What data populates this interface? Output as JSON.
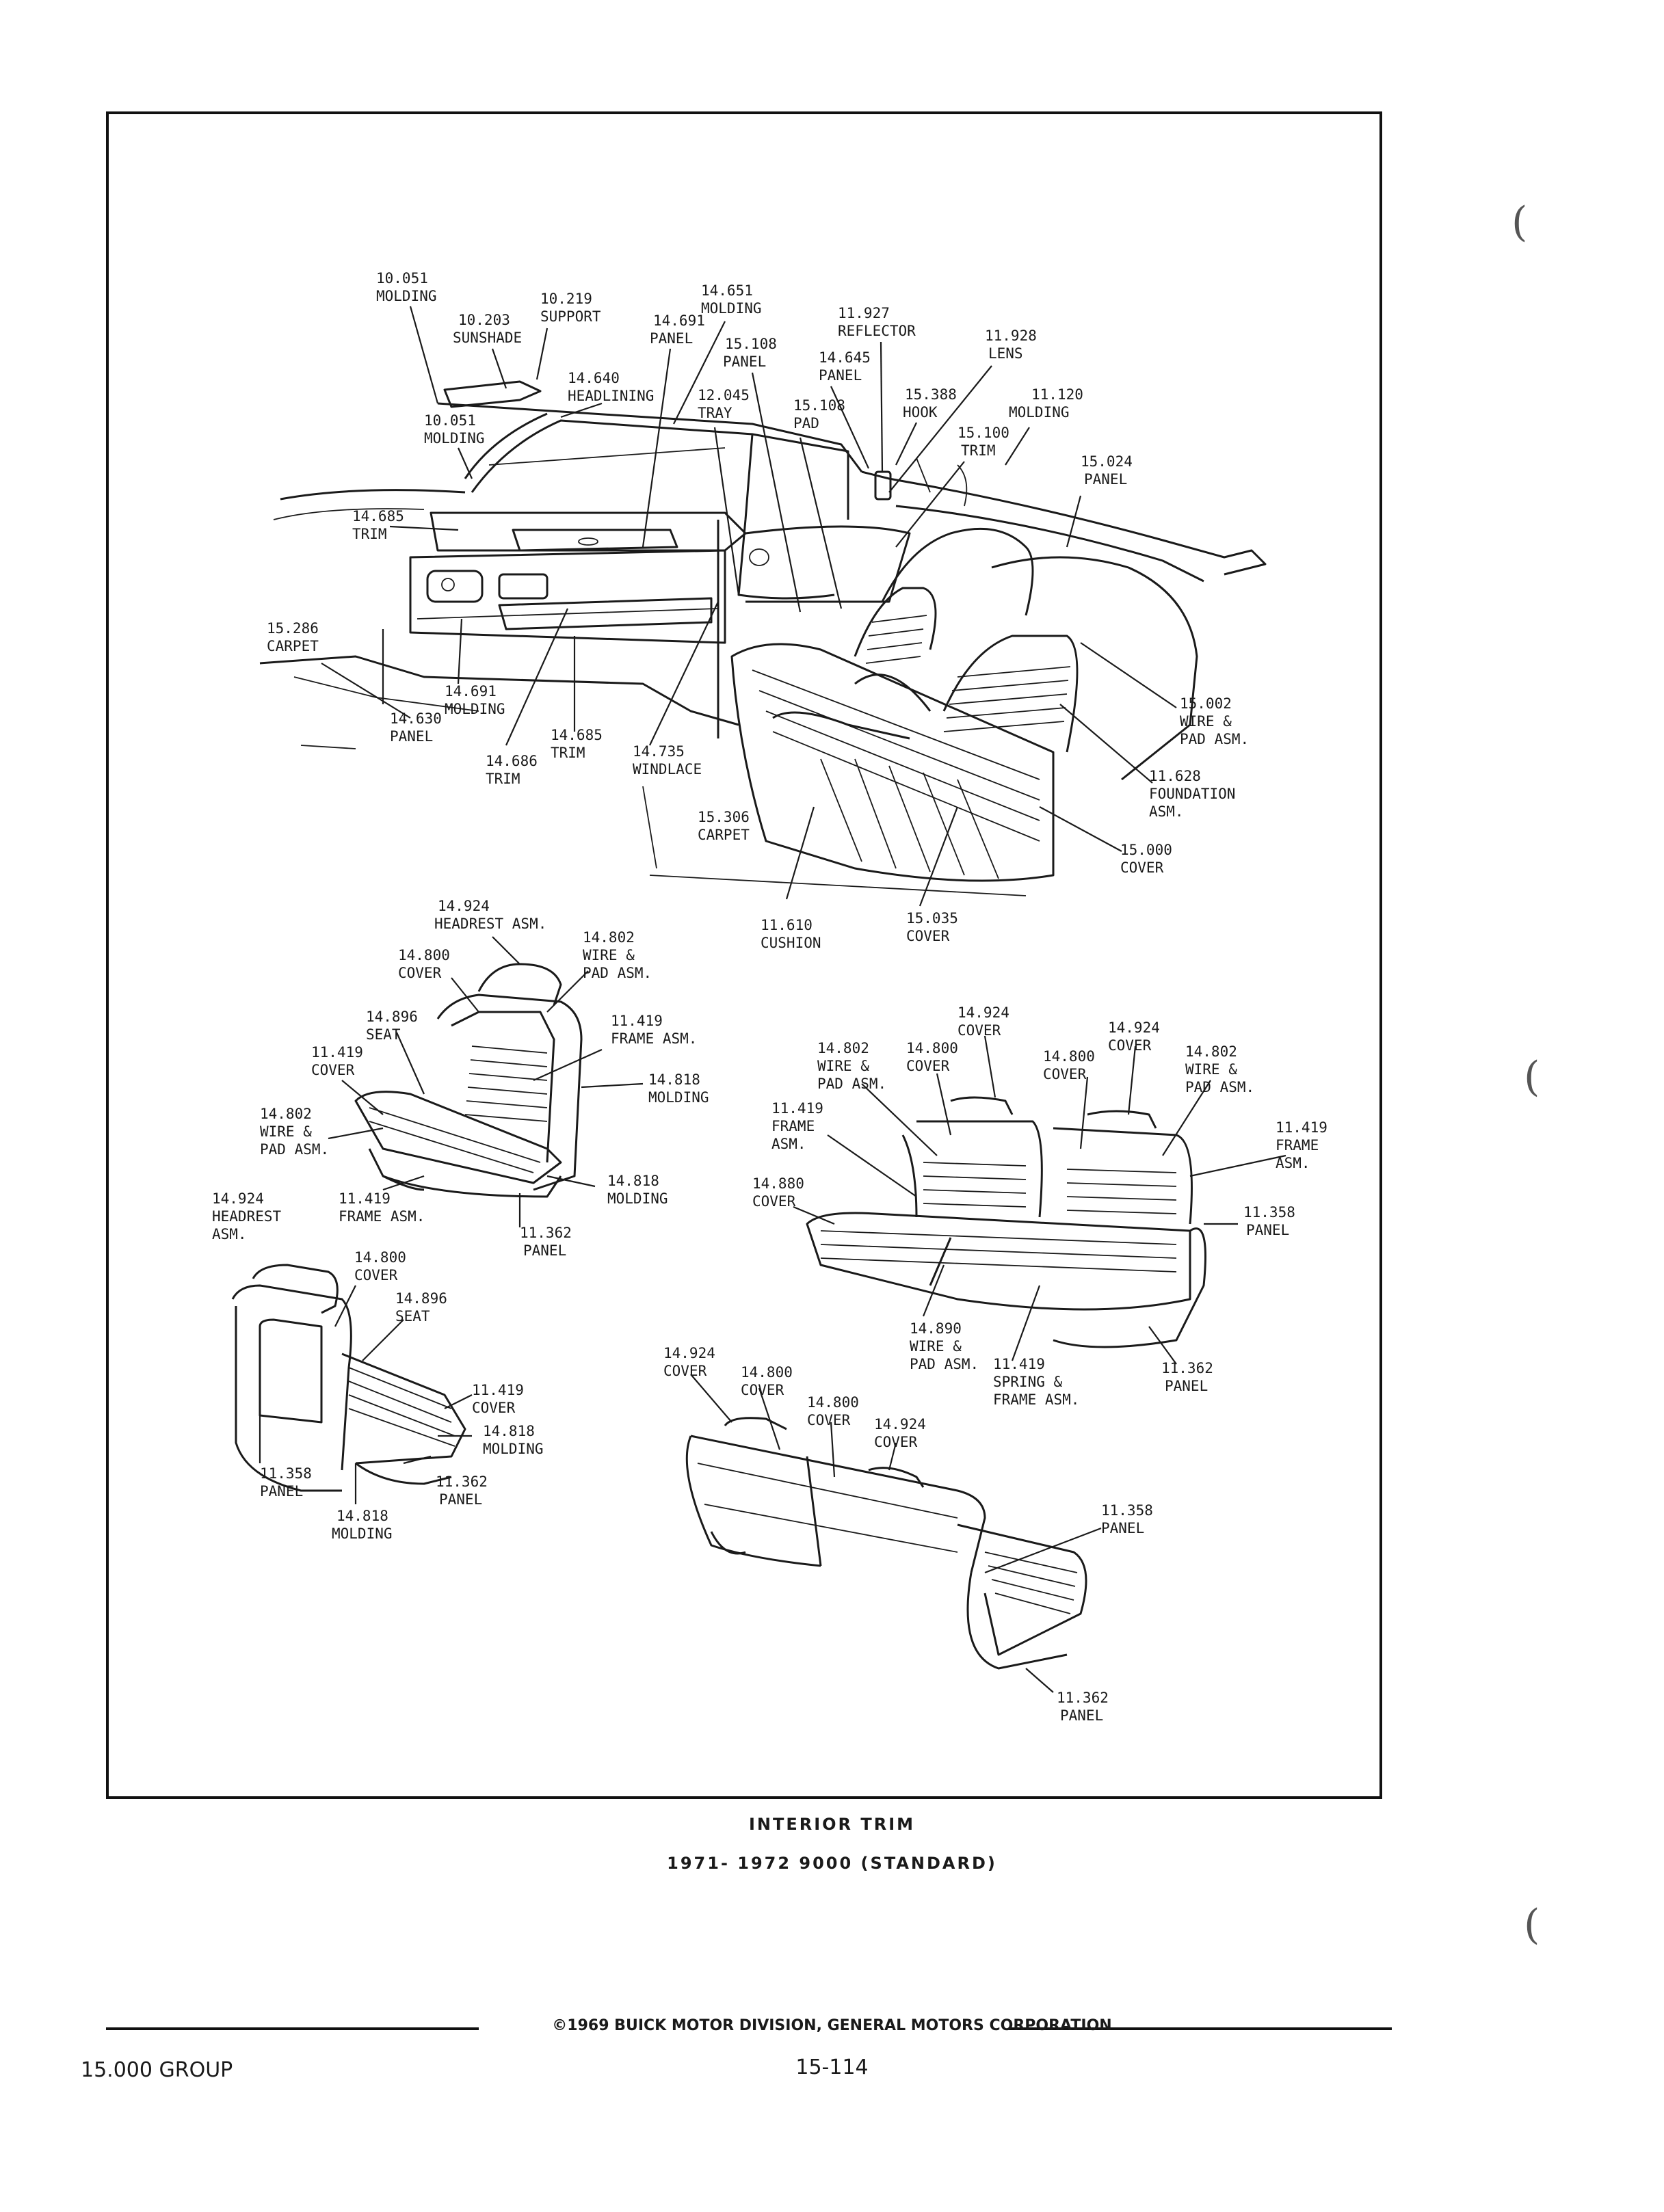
{
  "labels": {
    "l01": [
      "10.051",
      "MOLDING"
    ],
    "l02": [
      "10.219",
      "SUPPORT"
    ],
    "l03": [
      "10.203",
      "SUNSHADE"
    ],
    "l04": [
      "14.651",
      "MOLDING"
    ],
    "l05": [
      "14.691",
      "PANEL"
    ],
    "l06": [
      "15.108",
      "PANEL"
    ],
    "l07": [
      "11.927",
      "REFLECTOR"
    ],
    "l08": [
      "11.928",
      "LENS"
    ],
    "l09": [
      "14.640",
      "HEADLINING"
    ],
    "l10": [
      "14.645",
      "PANEL"
    ],
    "l11": [
      "15.388",
      "HOOK"
    ],
    "l12": [
      "11.120",
      "MOLDING"
    ],
    "l13": [
      "10.051",
      "MOLDING"
    ],
    "l14": [
      "12.045",
      "TRAY"
    ],
    "l15": [
      "15.108",
      "PAD"
    ],
    "l16": [
      "15.100",
      "TRIM"
    ],
    "l17": [
      "15.024",
      "PANEL"
    ],
    "l18": [
      "14.685",
      "TRIM"
    ],
    "l19": [
      "15.286",
      "CARPET"
    ],
    "l20": [
      "14.691",
      "MOLDING"
    ],
    "l21": [
      "14.630",
      "PANEL"
    ],
    "l22": [
      "14.685",
      "TRIM"
    ],
    "l23": [
      "14.686",
      "TRIM"
    ],
    "l24": [
      "14.735",
      "WINDLACE"
    ],
    "l25": [
      "15.306",
      "CARPET"
    ],
    "l26": [
      "15.002",
      "WIRE &",
      "PAD ASM."
    ],
    "l27": [
      "11.628",
      "FOUNDATION",
      "ASM."
    ],
    "l28": [
      "15.000",
      "COVER"
    ],
    "l29": [
      "11.610",
      "CUSHION"
    ],
    "l30": [
      "15.035",
      "COVER"
    ],
    "l31": [
      "14.924",
      "HEADREST ASM."
    ],
    "l32": [
      "14.802",
      "WIRE &",
      "PAD ASM."
    ],
    "l33": [
      "14.800",
      "COVER"
    ],
    "l34": [
      "14.896",
      "SEAT"
    ],
    "l35": [
      "11.419",
      "FRAME ASM."
    ],
    "l36": [
      "11.419",
      "COVER"
    ],
    "l37": [
      "14.818",
      "MOLDING"
    ],
    "l38": [
      "14.802",
      "WIRE &",
      "PAD ASM."
    ],
    "l39": [
      "14.818",
      "MOLDING"
    ],
    "l40": [
      "14.924",
      "HEADREST",
      "ASM."
    ],
    "l41": [
      "11.419",
      "FRAME ASM."
    ],
    "l42": [
      "11.362",
      "PANEL"
    ],
    "l43": [
      "14.800",
      "COVER"
    ],
    "l44": [
      "14.896",
      "SEAT"
    ],
    "l45": [
      "11.419",
      "COVER"
    ],
    "l46": [
      "14.818",
      "MOLDING"
    ],
    "l47": [
      "11.358",
      "PANEL"
    ],
    "l48": [
      "11.362",
      "PANEL"
    ],
    "l49": [
      "14.818",
      "MOLDING"
    ],
    "l50": [
      "14.924",
      "COVER"
    ],
    "l51": [
      "14.924",
      "COVER"
    ],
    "l52": [
      "14.802",
      "WIRE &",
      "PAD ASM."
    ],
    "l53": [
      "14.800",
      "COVER"
    ],
    "l54": [
      "14.800",
      "COVER"
    ],
    "l55": [
      "14.802",
      "WIRE &",
      "PAD ASM."
    ],
    "l56": [
      "11.419",
      "FRAME",
      "ASM."
    ],
    "l57": [
      "11.419",
      "FRAME",
      "ASM."
    ],
    "l58": [
      "14.880",
      "COVER"
    ],
    "l59": [
      "11.358",
      "PANEL"
    ],
    "l60": [
      "14.890",
      "WIRE &",
      "PAD ASM."
    ],
    "l61": [
      "11.419",
      "SPRING &",
      "FRAME ASM."
    ],
    "l62": [
      "11.362",
      "PANEL"
    ],
    "l63": [
      "14.924",
      "COVER"
    ],
    "l64": [
      "14.800",
      "COVER"
    ],
    "l65": [
      "14.800",
      "COVER"
    ],
    "l66": [
      "14.924",
      "COVER"
    ],
    "l67": [
      "11.358",
      "PANEL"
    ],
    "l68": [
      "11.362",
      "PANEL"
    ]
  },
  "caption": {
    "title": "INTERIOR TRIM",
    "subtitle": "1971- 1972 9000 (STANDARD)"
  },
  "footer": {
    "copyright": "©1969 BUICK MOTOR DIVISION, GENERAL MOTORS CORPORATION",
    "group": "15.000 GROUP",
    "page": "15-114"
  }
}
